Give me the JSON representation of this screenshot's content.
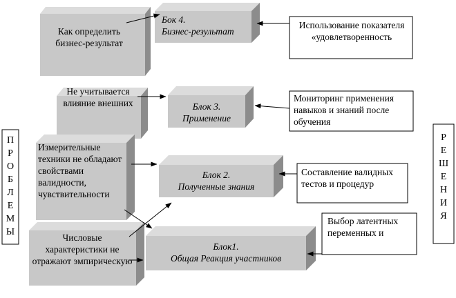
{
  "side_labels": {
    "problems": "ПРОБЛЕМЫ",
    "solutions": "РЕШЕНИЯ"
  },
  "problems": [
    {
      "text": "Как определить бизнес-результат"
    },
    {
      "text": "Не учитывается влияние внешних"
    },
    {
      "text": "Измерительные техники не обладают свойствами валидности, чувствительности"
    },
    {
      "text": "Числовые характеристики не отражают эмпирическую"
    }
  ],
  "blocks": [
    {
      "title": "Бок 4.",
      "subtitle": "Бизнес-результат"
    },
    {
      "title": "Блок 3.",
      "subtitle": "Применение"
    },
    {
      "title": "Блок 2.",
      "subtitle": "Полученные знания"
    },
    {
      "title": "Блок1.",
      "subtitle": "Общая Реакция участников"
    }
  ],
  "solutions": [
    {
      "text": "Использование показателя «удовлетворенность"
    },
    {
      "text": "Мониторинг применения навыков и знаний после обучения"
    },
    {
      "text": "Составление валидных тестов и процедур"
    },
    {
      "text": "Выбор латентных переменных и"
    }
  ],
  "colors": {
    "front": "#c8c8c8",
    "top": "#dcdcdc",
    "side": "#8c8c8c",
    "solution_fill": "#ffffff",
    "border": "#000000"
  }
}
